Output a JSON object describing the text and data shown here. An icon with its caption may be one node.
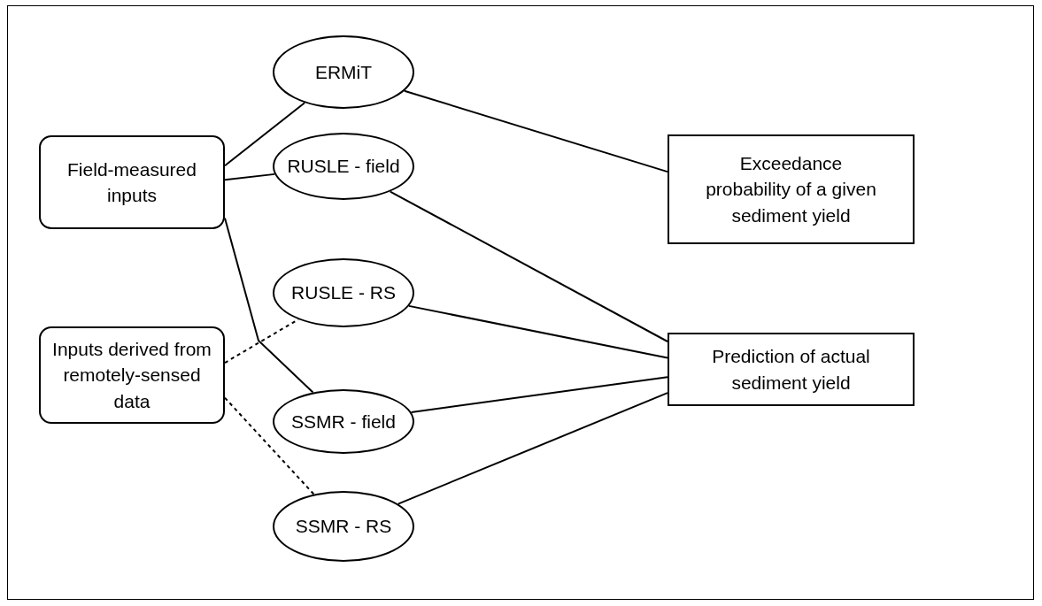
{
  "diagram": {
    "nodes": [
      {
        "text": [
          "Field-measured inputs"
        ]
      },
      {
        "text": [
          "Inputs derived from remotely-sensed data"
        ]
      },
      {
        "text": [
          "ERMiT"
        ]
      },
      {
        "text": [
          "RUSLE - field"
        ]
      },
      {
        "text": [
          "RUSLE - RS"
        ]
      },
      {
        "text": [
          "SSMR - field"
        ]
      },
      {
        "text": [
          "SSMR - RS"
        ]
      },
      {
        "text": [
          "Exceedance probability of a given sediment yield"
        ]
      },
      {
        "text": [
          "Prediction of actual sediment yield"
        ]
      }
    ],
    "edges": [
      {
        "from": 0,
        "to": 2,
        "arrow": "none"
      },
      {
        "from": 0,
        "to": 3,
        "arrow": "none"
      },
      {
        "from": 0,
        "to": 5,
        "arrow": "none"
      },
      {
        "from": 1,
        "to": 4,
        "arrow": "none",
        "style": "dashed"
      },
      {
        "from": 1,
        "to": 6,
        "arrow": "none",
        "style": "dashed"
      },
      {
        "from": 2,
        "to": 7,
        "arrow": "none"
      },
      {
        "from": 3,
        "to": 8,
        "arrow": "none"
      },
      {
        "from": 4,
        "to": 8,
        "arrow": "none"
      },
      {
        "from": 5,
        "to": 8,
        "arrow": "none"
      },
      {
        "from": 6,
        "to": 8,
        "arrow": "none"
      }
    ]
  }
}
